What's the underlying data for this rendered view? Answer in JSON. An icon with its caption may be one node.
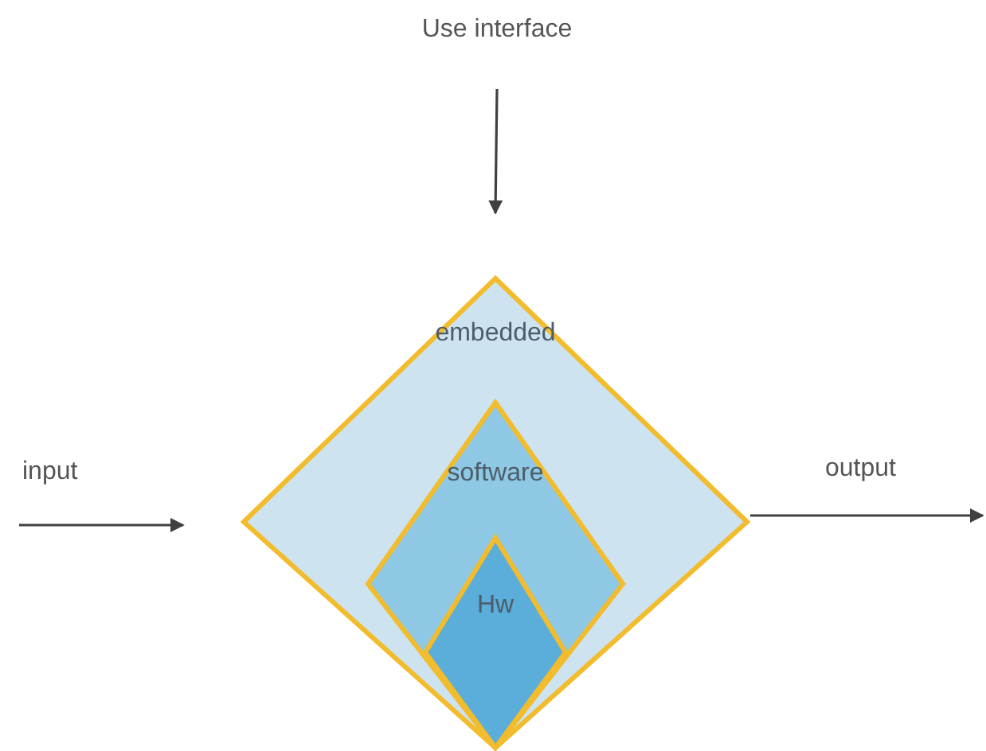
{
  "diagram": {
    "nodes": [
      {
        "text": [
          "Use interface"
        ]
      },
      {
        "text": [
          "embedded"
        ]
      },
      {
        "text": [
          "software"
        ],
        "in": 1
      },
      {
        "text": [
          "Hw"
        ],
        "in": 2
      }
    ],
    "edges": [
      {
        "from": 0,
        "to": 1,
        "arrow": "to"
      },
      {
        "from": null,
        "to": 1,
        "arrow": "to",
        "label": "input"
      },
      {
        "from": 1,
        "to": null,
        "arrow": "to",
        "label": "output"
      }
    ]
  }
}
